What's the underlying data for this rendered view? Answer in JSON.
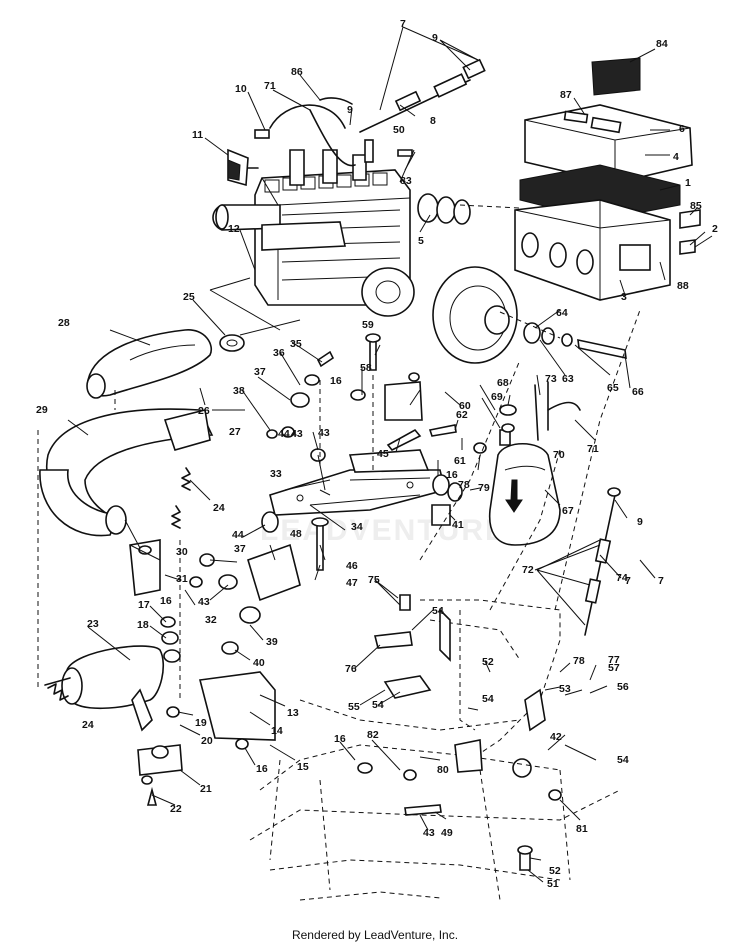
{
  "watermark": "LEADVENTURE",
  "footer": "Rendered by LeadVenture, Inc.",
  "callouts": [
    "1",
    "2",
    "3",
    "4",
    "5",
    "6",
    "7",
    "7",
    "7",
    "8",
    "9",
    "9",
    "9",
    "10",
    "11",
    "12",
    "13",
    "14",
    "15",
    "16",
    "16",
    "16",
    "16",
    "16",
    "17",
    "18",
    "19",
    "20",
    "21",
    "22",
    "23",
    "24",
    "24",
    "25",
    "26",
    "27",
    "28",
    "29",
    "30",
    "31",
    "32",
    "33",
    "34",
    "35",
    "36",
    "37",
    "37",
    "38",
    "39",
    "40",
    "41",
    "42",
    "43",
    "43",
    "43",
    "43",
    "44",
    "44",
    "45",
    "46",
    "47",
    "48",
    "49",
    "50",
    "51",
    "52",
    "52",
    "53",
    "54",
    "54",
    "54",
    "54",
    "55",
    "56",
    "57",
    "58",
    "59",
    "60",
    "61",
    "62",
    "63",
    "64",
    "65",
    "66",
    "67",
    "68",
    "69",
    "70",
    "71",
    "71",
    "72",
    "73",
    "74",
    "75",
    "76",
    "77",
    "78",
    "78",
    "79",
    "80",
    "81",
    "82",
    "83",
    "84",
    "85",
    "86",
    "87",
    "88"
  ]
}
